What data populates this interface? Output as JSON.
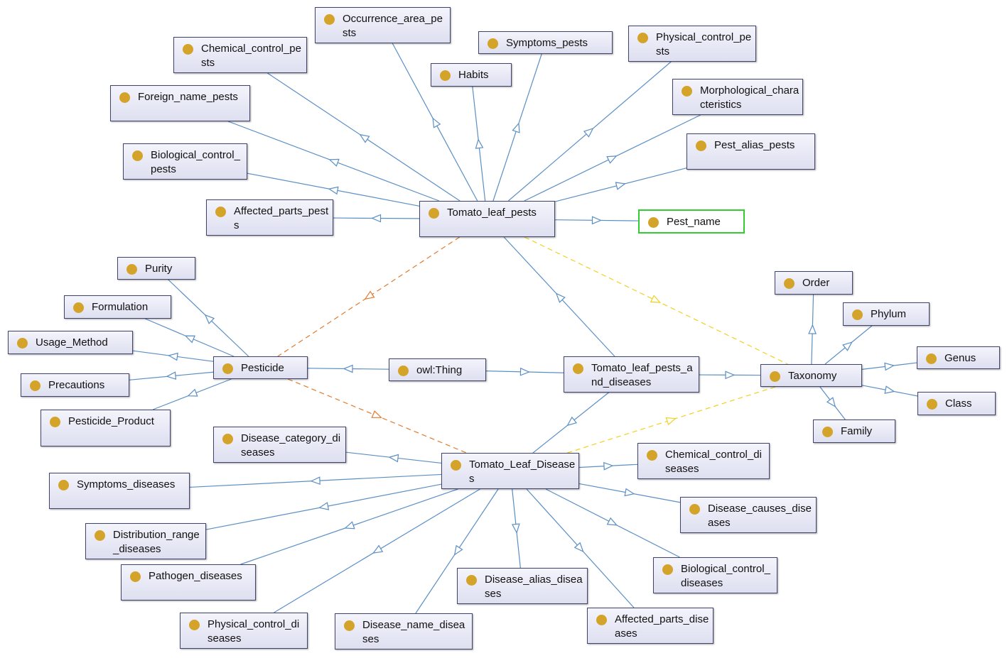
{
  "colors": {
    "subclass_edge": "#5b8fc4",
    "orange_edge": "#e07b2f",
    "yellow_edge": "#f0d21e",
    "node_dot": "#d4a32a",
    "selected_border": "#33cc33"
  },
  "icons": {
    "class_marker": "class-dot-icon"
  },
  "nodes": {
    "owl_thing": "owl:Thing",
    "tomato_leaf_pests_and_diseases": "Tomato_leaf_pests_and_diseases",
    "tomato_leaf_pests": "Tomato_leaf_pests",
    "tomato_leaf_diseases": "Tomato_Leaf_Diseases",
    "pesticide": "Pesticide",
    "taxonomy": "Taxonomy",
    "pest_name": "Pest_name",
    "affected_parts_pests": "Affected_parts_pests",
    "biological_control_pests": "Biological_control_pests",
    "foreign_name_pests": "Foreign_name_pests",
    "chemical_control_pests": "Chemical_control_pests",
    "occurrence_area_pests": "Occurrence_area_pests",
    "habits": "Habits",
    "symptoms_pests": "Symptoms_pests",
    "physical_control_pests": "Physical_control_pests",
    "morphological_characteristics": "Morphological_characteristics",
    "pest_alias_pests": "Pest_alias_pests",
    "purity": "Purity",
    "formulation": "Formulation",
    "usage_method": "Usage_Method",
    "precautions": "Precautions",
    "pesticide_product": "Pesticide_Product",
    "order": "Order",
    "phylum": "Phylum",
    "genus": "Genus",
    "class": "Class",
    "family": "Family",
    "disease_category_diseases": "Disease_category_diseases",
    "symptoms_diseases": "Symptoms_diseases",
    "distribution_range_diseases": "Distribution_range_diseases",
    "pathogen_diseases": "Pathogen_diseases",
    "physical_control_diseases": "Physical_control_diseases",
    "disease_name_diseases": "Disease_name_diseases",
    "disease_alias_diseases": "Disease_alias_diseases",
    "affected_parts_diseases": "Affected_parts_diseases",
    "biological_control_diseases": "Biological_control_diseases",
    "disease_causes_diseases": "Disease_causes_diseases",
    "chemical_control_diseases": "Chemical_control_diseases"
  },
  "edges": [
    {
      "from": "owl_thing",
      "to": "pesticide",
      "style": "subclass"
    },
    {
      "from": "owl_thing",
      "to": "tomato_leaf_pests_and_diseases",
      "style": "subclass"
    },
    {
      "from": "tomato_leaf_pests_and_diseases",
      "to": "tomato_leaf_pests",
      "style": "subclass"
    },
    {
      "from": "tomato_leaf_pests_and_diseases",
      "to": "tomato_leaf_diseases",
      "style": "subclass"
    },
    {
      "from": "tomato_leaf_pests_and_diseases",
      "to": "taxonomy",
      "style": "subclass"
    },
    {
      "from": "tomato_leaf_pests",
      "to": "pest_name",
      "style": "subclass"
    },
    {
      "from": "tomato_leaf_pests",
      "to": "affected_parts_pests",
      "style": "subclass"
    },
    {
      "from": "tomato_leaf_pests",
      "to": "biological_control_pests",
      "style": "subclass"
    },
    {
      "from": "tomato_leaf_pests",
      "to": "foreign_name_pests",
      "style": "subclass"
    },
    {
      "from": "tomato_leaf_pests",
      "to": "chemical_control_pests",
      "style": "subclass"
    },
    {
      "from": "tomato_leaf_pests",
      "to": "occurrence_area_pests",
      "style": "subclass"
    },
    {
      "from": "tomato_leaf_pests",
      "to": "habits",
      "style": "subclass"
    },
    {
      "from": "tomato_leaf_pests",
      "to": "symptoms_pests",
      "style": "subclass"
    },
    {
      "from": "tomato_leaf_pests",
      "to": "physical_control_pests",
      "style": "subclass"
    },
    {
      "from": "tomato_leaf_pests",
      "to": "morphological_characteristics",
      "style": "subclass"
    },
    {
      "from": "tomato_leaf_pests",
      "to": "pest_alias_pests",
      "style": "subclass"
    },
    {
      "from": "pesticide",
      "to": "purity",
      "style": "subclass"
    },
    {
      "from": "pesticide",
      "to": "formulation",
      "style": "subclass"
    },
    {
      "from": "pesticide",
      "to": "usage_method",
      "style": "subclass"
    },
    {
      "from": "pesticide",
      "to": "precautions",
      "style": "subclass"
    },
    {
      "from": "pesticide",
      "to": "pesticide_product",
      "style": "subclass"
    },
    {
      "from": "taxonomy",
      "to": "order",
      "style": "subclass"
    },
    {
      "from": "taxonomy",
      "to": "phylum",
      "style": "subclass"
    },
    {
      "from": "taxonomy",
      "to": "genus",
      "style": "subclass"
    },
    {
      "from": "taxonomy",
      "to": "class",
      "style": "subclass"
    },
    {
      "from": "taxonomy",
      "to": "family",
      "style": "subclass"
    },
    {
      "from": "tomato_leaf_diseases",
      "to": "disease_category_diseases",
      "style": "subclass"
    },
    {
      "from": "tomato_leaf_diseases",
      "to": "symptoms_diseases",
      "style": "subclass"
    },
    {
      "from": "tomato_leaf_diseases",
      "to": "distribution_range_diseases",
      "style": "subclass"
    },
    {
      "from": "tomato_leaf_diseases",
      "to": "pathogen_diseases",
      "style": "subclass"
    },
    {
      "from": "tomato_leaf_diseases",
      "to": "physical_control_diseases",
      "style": "subclass"
    },
    {
      "from": "tomato_leaf_diseases",
      "to": "disease_name_diseases",
      "style": "subclass"
    },
    {
      "from": "tomato_leaf_diseases",
      "to": "disease_alias_diseases",
      "style": "subclass"
    },
    {
      "from": "tomato_leaf_diseases",
      "to": "affected_parts_diseases",
      "style": "subclass"
    },
    {
      "from": "tomato_leaf_diseases",
      "to": "biological_control_diseases",
      "style": "subclass"
    },
    {
      "from": "tomato_leaf_diseases",
      "to": "disease_causes_diseases",
      "style": "subclass"
    },
    {
      "from": "tomato_leaf_diseases",
      "to": "chemical_control_diseases",
      "style": "subclass"
    },
    {
      "from": "tomato_leaf_pests",
      "to": "pesticide",
      "style": "orange"
    },
    {
      "from": "pesticide",
      "to": "tomato_leaf_diseases",
      "style": "orange"
    },
    {
      "from": "tomato_leaf_pests",
      "to": "taxonomy",
      "style": "yellow"
    },
    {
      "from": "tomato_leaf_diseases",
      "to": "taxonomy",
      "style": "yellow"
    }
  ]
}
